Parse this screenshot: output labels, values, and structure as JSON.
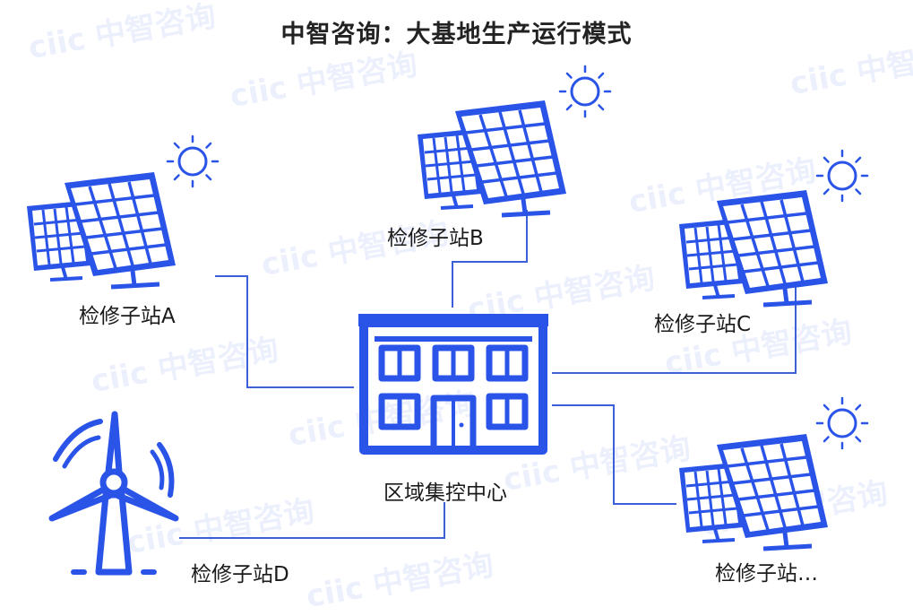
{
  "title": "中智咨询：大基地生产运行模式",
  "nodes": {
    "center": "区域集控中心",
    "station_a": "检修子站A",
    "station_b": "检修子站B",
    "station_c": "检修子站C",
    "station_d": "检修子站D",
    "station_more": "检修子站…"
  },
  "watermark": "ciic 中智咨询",
  "colors": {
    "primary": "#2a54e8",
    "line": "#3b5fd9",
    "sun": "#2a54e8",
    "text": "#1a1a1a"
  },
  "icons": {
    "solar": "solar-panel-icon",
    "turbine": "wind-turbine-icon",
    "building": "control-center-building-icon",
    "sun": "sun-icon"
  }
}
